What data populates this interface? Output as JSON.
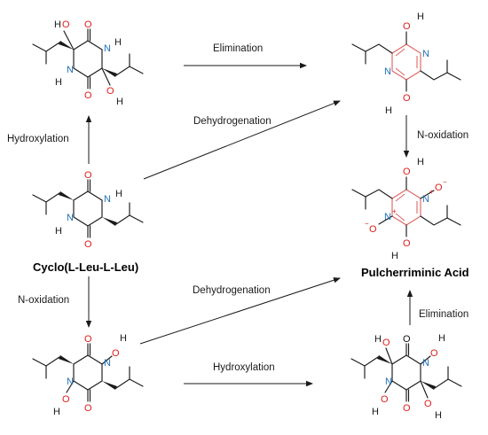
{
  "colors": {
    "oxygen": "#e01b1b",
    "nitrogen": "#1e6fb8",
    "aromatic_ring": "#e06666",
    "bond": "#1a1a1a"
  },
  "steps": {
    "elimination_top": "Elimination",
    "dehydrogenation_top": "Dehydrogenation",
    "hydroxylation_left": "Hydroxylation",
    "n_oxidation_right": "N-oxidation",
    "n_oxidation_left": "N-oxidation",
    "dehydrogenation_bottom": "Dehydrogenation",
    "hydroxylation_bottom": "Hydroxylation",
    "elimination_right": "Elimination"
  },
  "compounds": {
    "cyclo": "Cyclo(L-Leu-L-Leu)",
    "pulcherriminic": "Pulcherriminic Acid"
  },
  "atoms": {
    "O": "O",
    "N": "N",
    "H": "H",
    "plus": "+",
    "minus": "−"
  }
}
